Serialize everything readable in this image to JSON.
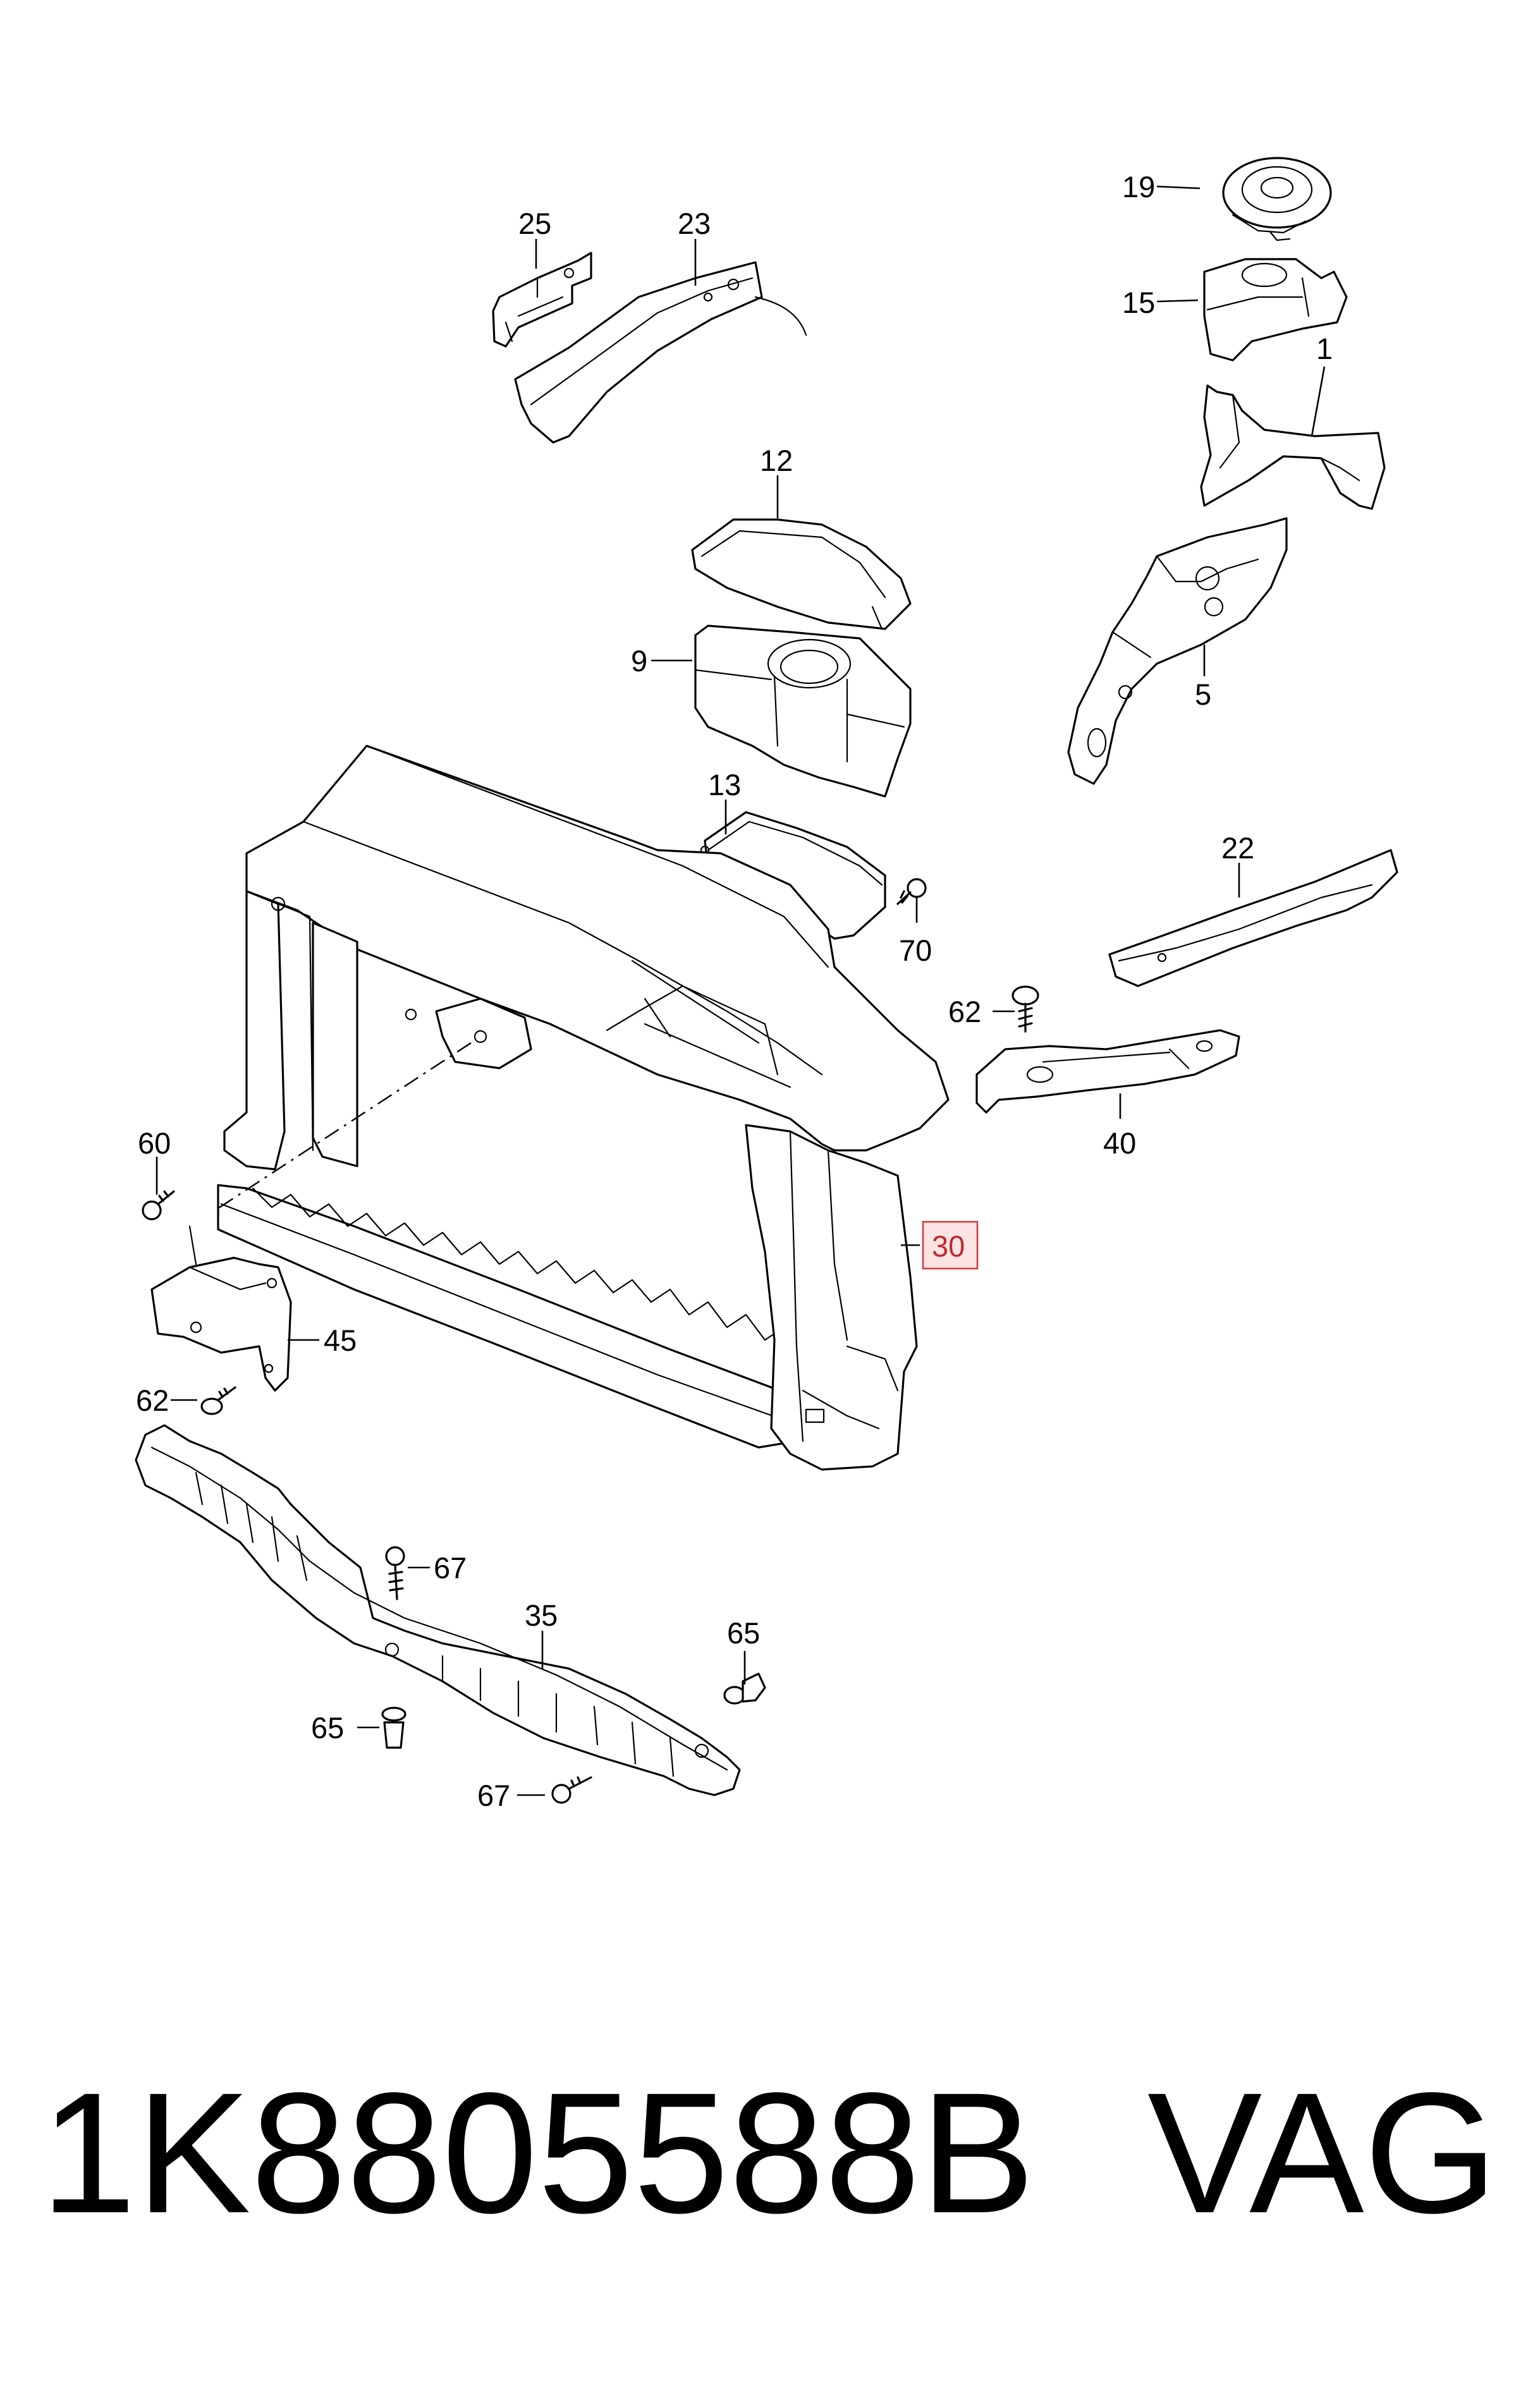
{
  "callouts": {
    "c1": "1",
    "c5": "5",
    "c9": "9",
    "c12": "12",
    "c13": "13",
    "c15": "15",
    "c19": "19",
    "c22": "22",
    "c23": "23",
    "c25": "25",
    "c30": "30",
    "c35": "35",
    "c40": "40",
    "c45": "45",
    "c60": "60",
    "c62a": "62",
    "c62b": "62",
    "c65a": "65",
    "c65b": "65",
    "c67a": "67",
    "c67b": "67",
    "c70": "70"
  },
  "highlight": {
    "color": "#d23b3b",
    "fill": "#fde4e4"
  },
  "caption": {
    "part_number": "1K8805588B",
    "brand": "VAG"
  }
}
